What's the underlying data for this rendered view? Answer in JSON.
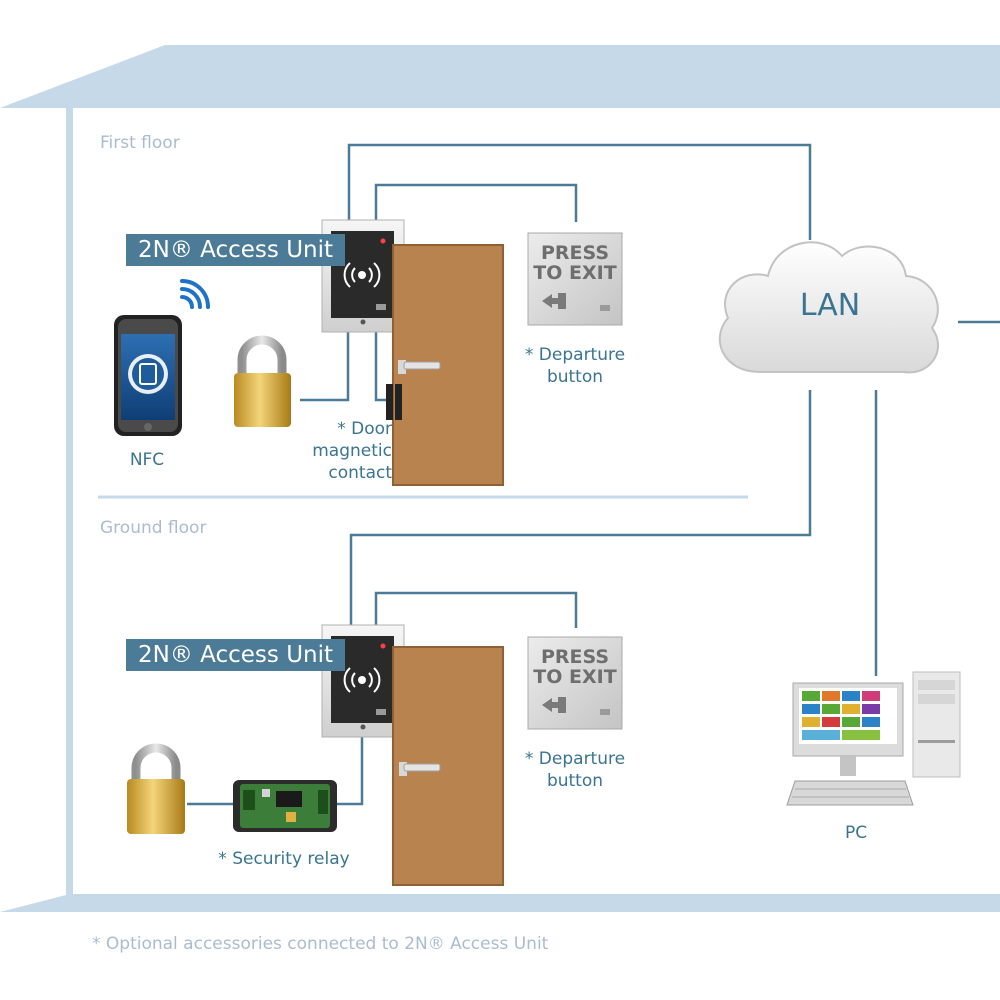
{
  "floors": {
    "first": "First floor",
    "ground": "Ground floor"
  },
  "devices": {
    "unit_label": "2N® Access Unit",
    "nfc": "NFC",
    "door_contact": [
      "* Door",
      "magnetic",
      "contact"
    ],
    "departure_button": [
      "* Departure",
      "button"
    ],
    "press_button_text": [
      "PRESS",
      "TO EXIT"
    ],
    "lan": "LAN",
    "security_relay": "* Security relay",
    "pc": "PC"
  },
  "footnote": "* Optional accessories connected to 2N® Access Unit",
  "colors": {
    "building": "#c5d9e8",
    "wire": "#4b7b96",
    "door": "#b8834f",
    "label_bg": "#4b7b96",
    "caption_text": "#3a7490"
  }
}
